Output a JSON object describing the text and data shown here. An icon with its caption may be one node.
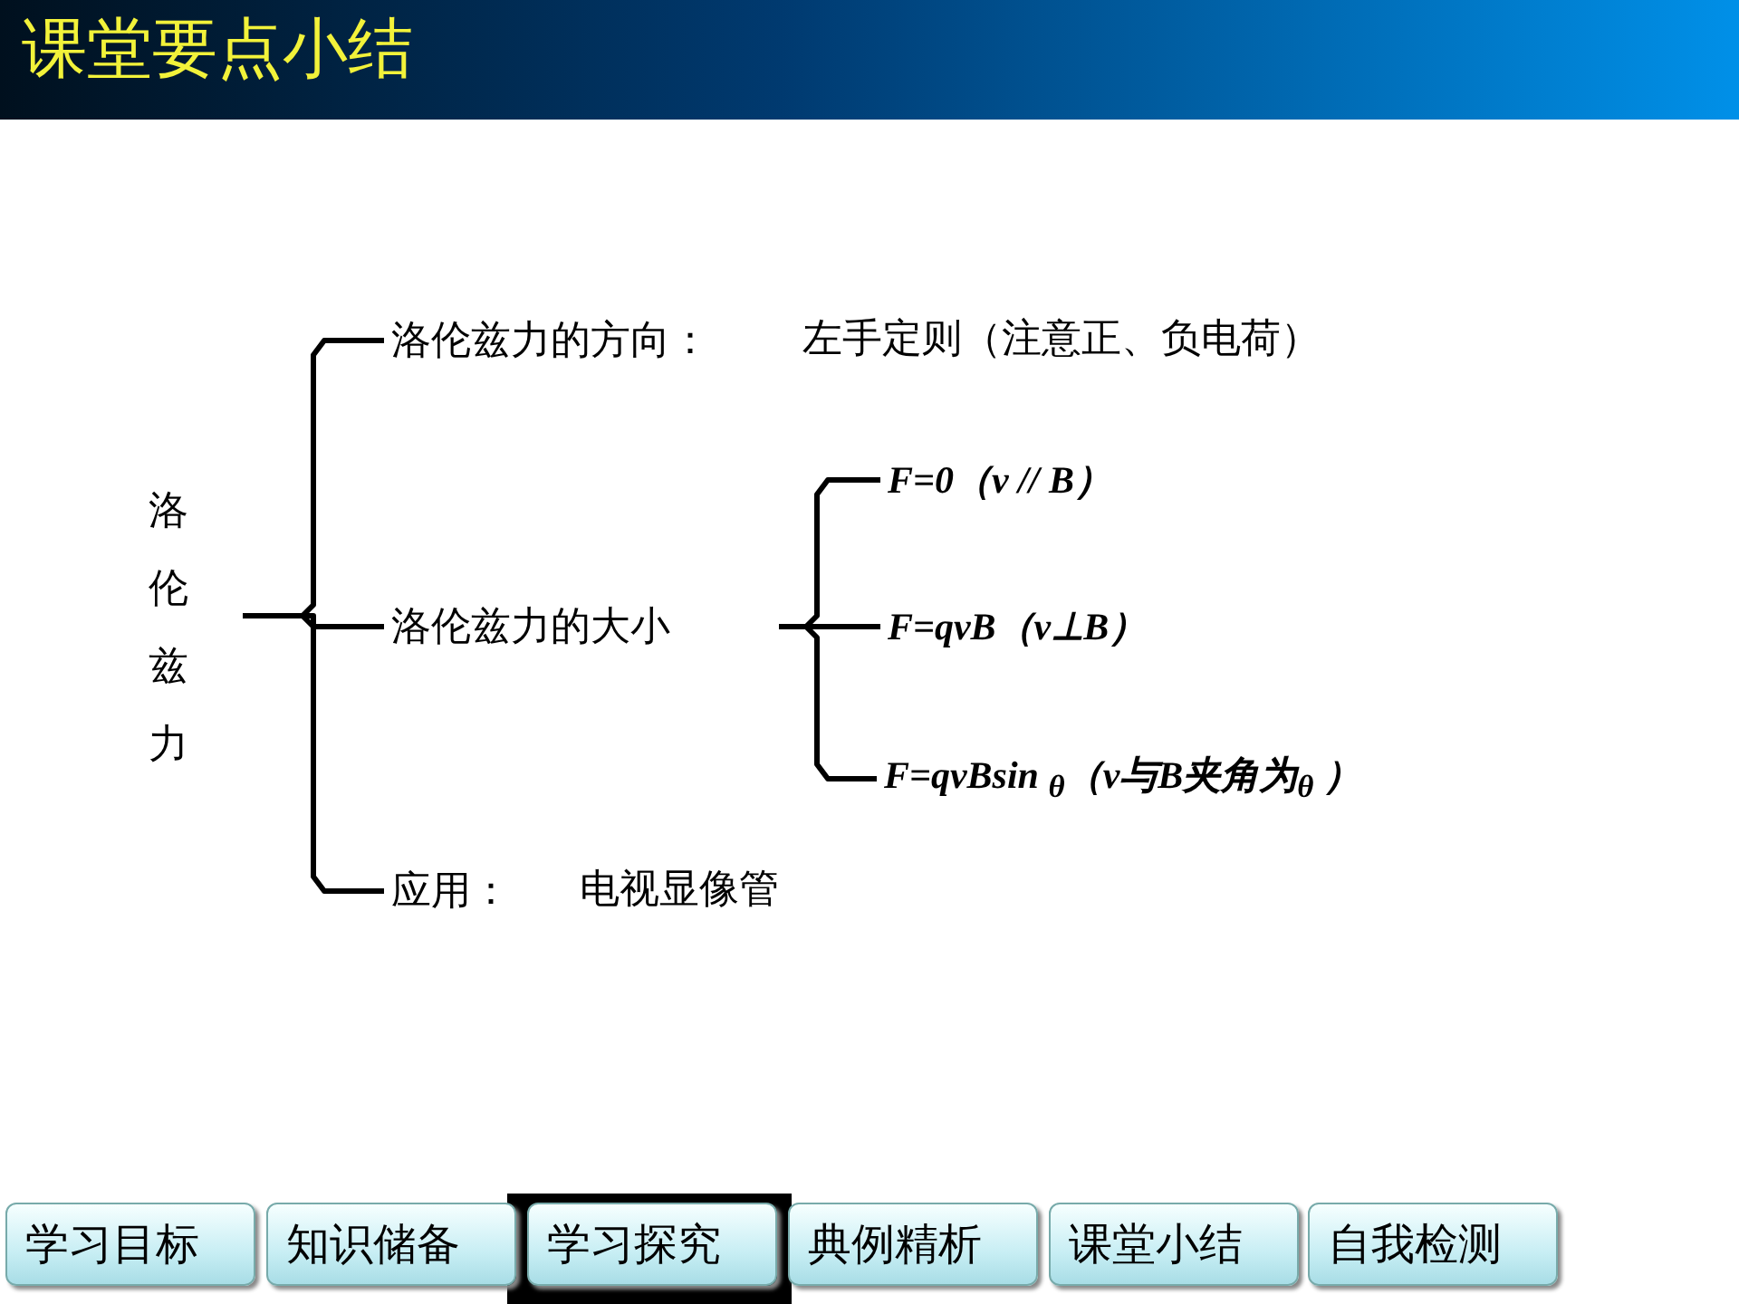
{
  "diagram": {
    "title": "课堂要点小结",
    "nodes": [
      {
        "text": [
          "洛伦兹力"
        ]
      },
      {
        "text": [
          "洛伦兹力的方向："
        ],
        "beside": [
          "左手定则（注意正、负电荷）"
        ]
      },
      {
        "text": [
          "洛伦兹力的大小"
        ]
      },
      {
        "text": [
          "F=0（v // B）"
        ]
      },
      {
        "text": [
          "F=qvB（v⊥B）"
        ]
      },
      {
        "text": [
          "F=qvBsin $_{θ}$（v与B夹角为$_{θ}$ ）"
        ]
      },
      {
        "text": [
          "应用："
        ],
        "beside": [
          "电视显像管"
        ]
      }
    ],
    "edges": [
      {
        "from": 0,
        "to": 1,
        "arrow": "none"
      },
      {
        "from": 0,
        "to": 2,
        "arrow": "none"
      },
      {
        "from": 0,
        "to": 6,
        "arrow": "none"
      },
      {
        "from": 2,
        "to": 3,
        "arrow": "none"
      },
      {
        "from": 2,
        "to": 4,
        "arrow": "none"
      },
      {
        "from": 2,
        "to": 5,
        "arrow": "none"
      }
    ],
    "labels": [
      "学习目标",
      "知识储备",
      "学习探究",
      "典例精析",
      "课堂小结",
      "自我检测"
    ]
  }
}
